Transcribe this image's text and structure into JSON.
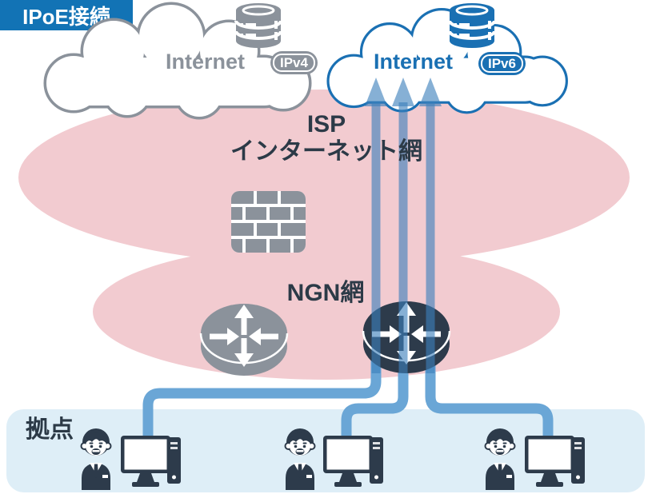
{
  "colors": {
    "pink": "#f2cbd0",
    "gray": "#8b929b",
    "blue": "#1a70b3",
    "dark": "#2d3b4b",
    "line_blue": "#6aa6d6",
    "site_bg": "#deeef7",
    "ipoe_bg": "#1273b5",
    "bar_blue": "rgba(59,128,187,0.62)",
    "text_dark": "#2c3a47"
  },
  "clouds": {
    "ipv4": {
      "label": "Internet",
      "badge": "IPv4"
    },
    "ipv6": {
      "label": "Internet",
      "badge": "IPv6"
    }
  },
  "zones": {
    "isp": {
      "line1": "ISP",
      "line2": "インターネット網"
    },
    "ngn": {
      "label": "NGN網"
    },
    "site": {
      "label": "拠点"
    }
  },
  "connection": {
    "label": "IPoE接続"
  },
  "icons": {
    "firewall": "firewall-brick-icon",
    "router": "router-icon",
    "database": "database-stack-icon",
    "person": "office-worker-icon",
    "computer": "desktop-pc-icon",
    "arrows": "ipv6-uplink-arrows"
  }
}
